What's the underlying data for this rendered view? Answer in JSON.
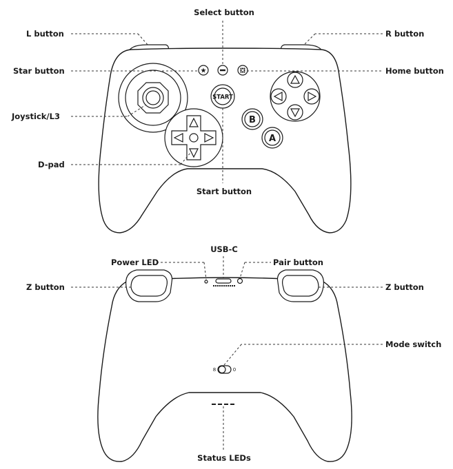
{
  "front": {
    "labels": {
      "select": "Select button",
      "l_button": "L button",
      "r_button": "R button",
      "star": "Star button",
      "home": "Home button",
      "joystick": "Joystick/L3",
      "dpad": "D-pad",
      "start_button": "Start button"
    },
    "button_text": {
      "start": "START",
      "b": "B",
      "a": "A"
    }
  },
  "back": {
    "labels": {
      "usb_c": "USB-C",
      "power_led": "Power LED",
      "pair": "Pair button",
      "z_left": "Z button",
      "z_right": "Z button",
      "mode_switch": "Mode switch",
      "status_leds": "Status LEDs"
    },
    "mode_switch_marks": {
      "left": "8",
      "right": "0"
    }
  }
}
